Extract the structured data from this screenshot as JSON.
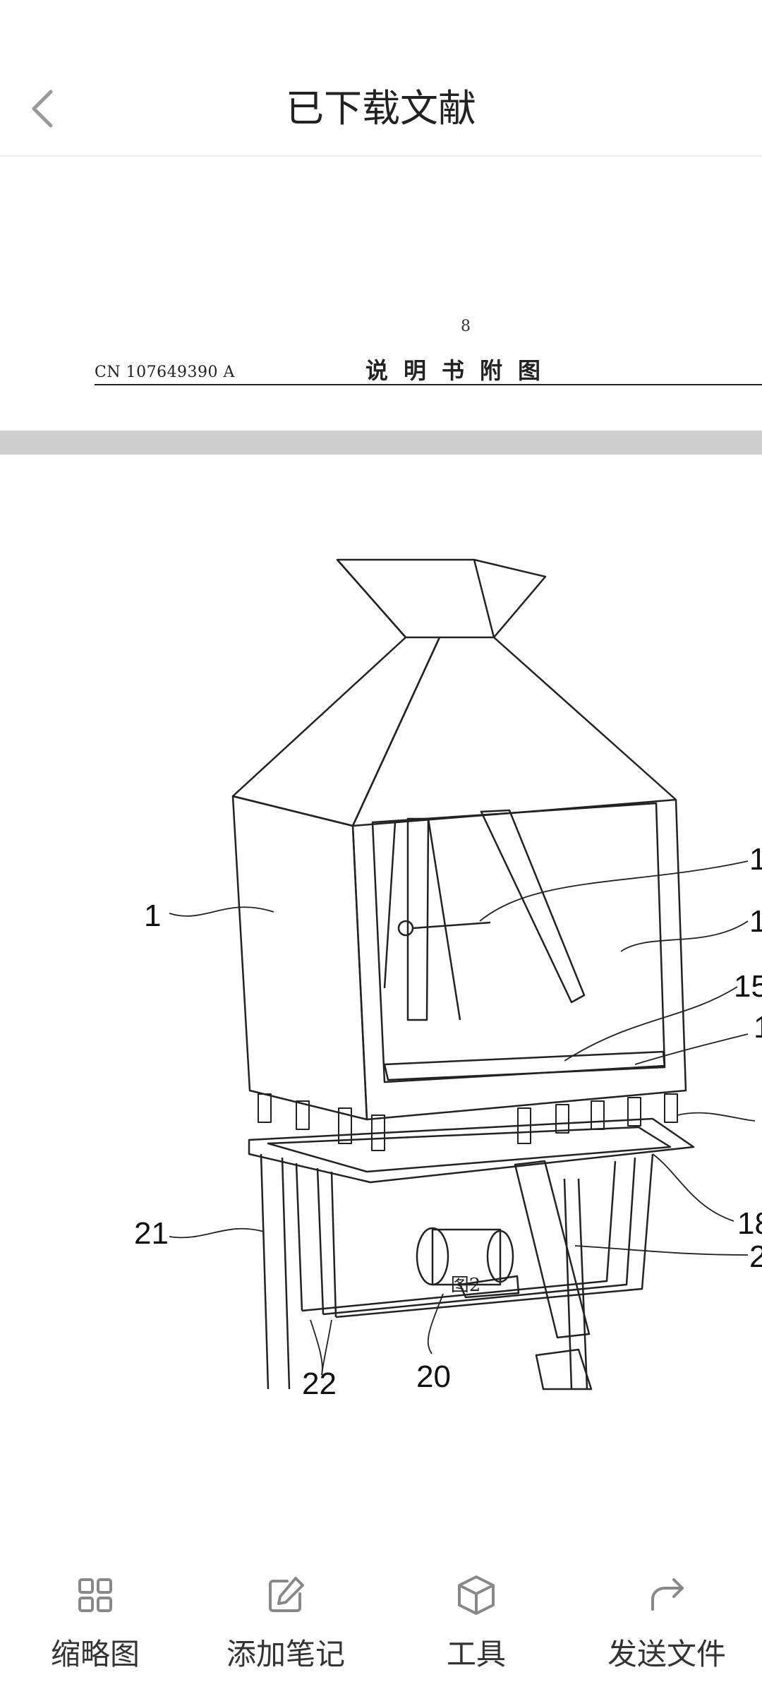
{
  "header": {
    "title": "已下载文献",
    "back_icon": "chevron-left-icon"
  },
  "document": {
    "prev_page_number": "8",
    "patent_number": "CN 107649390 A",
    "page_heading": "说明书附图",
    "figure_caption": "图2",
    "callouts": [
      "1",
      "1",
      "1",
      "15",
      "1",
      "18",
      "2",
      "21",
      "22",
      "20"
    ]
  },
  "toolbar": {
    "items": [
      {
        "label": "缩略图",
        "icon": "grid-icon"
      },
      {
        "label": "添加笔记",
        "icon": "edit-note-icon"
      },
      {
        "label": "工具",
        "icon": "cube-icon"
      },
      {
        "label": "发送文件",
        "icon": "share-forward-icon"
      }
    ]
  },
  "colors": {
    "page_gap": "#cfcfcf",
    "icon_gray": "#888888",
    "text": "#222222"
  }
}
